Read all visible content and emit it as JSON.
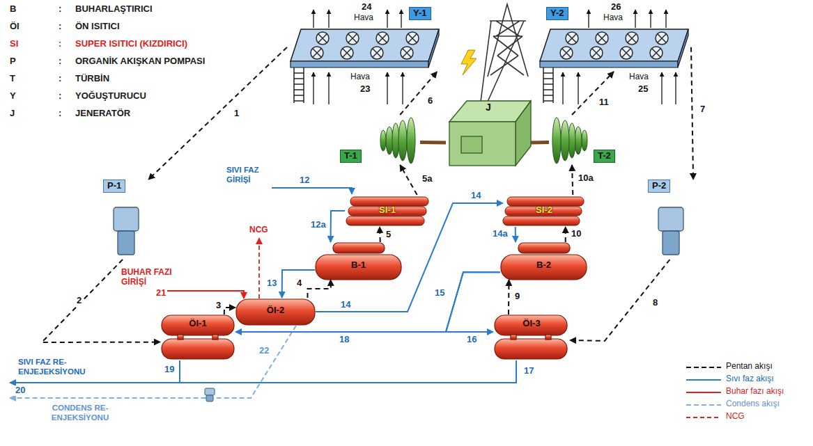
{
  "diagram": {
    "nodes": [
      {
        "text": [
          "Y-1"
        ]
      },
      {
        "text": [
          "Y-2"
        ]
      },
      {
        "text": [
          "T-1"
        ]
      },
      {
        "text": [
          "J"
        ]
      },
      {
        "text": [
          "T-2"
        ]
      },
      {
        "text": [
          "P-1"
        ]
      },
      {
        "text": [
          "SI-1"
        ]
      },
      {
        "text": [
          "SI-2"
        ]
      },
      {
        "text": [
          "P-2"
        ]
      },
      {
        "text": [
          "B-1"
        ]
      },
      {
        "text": [
          "B-2"
        ]
      },
      {
        "text": [
          "ÖI-2"
        ]
      },
      {
        "text": [
          "ÖI-1"
        ]
      },
      {
        "text": [
          "ÖI-3"
        ]
      }
    ],
    "edges": [
      {
        "from": 0,
        "to": 5,
        "label": "1",
        "arrow": "to"
      },
      {
        "from": 5,
        "to": 12,
        "label": "2",
        "arrow": "to"
      },
      {
        "from": 12,
        "to": 11,
        "label": "3",
        "arrow": "to"
      },
      {
        "from": 11,
        "to": 9,
        "label": "4",
        "arrow": "to"
      },
      {
        "from": 9,
        "to": 6,
        "label": "5",
        "arrow": "to"
      },
      {
        "from": 6,
        "to": 2,
        "label": "5a",
        "arrow": "to"
      },
      {
        "from": 2,
        "to": 0,
        "label": "6",
        "arrow": "to"
      },
      {
        "from": 1,
        "to": 8,
        "label": "7",
        "arrow": "to"
      },
      {
        "from": 8,
        "to": 13,
        "label": "8",
        "arrow": "to"
      },
      {
        "from": 13,
        "to": 10,
        "label": "9",
        "arrow": "to"
      },
      {
        "from": 10,
        "to": 7,
        "label": "10",
        "arrow": "to"
      },
      {
        "from": 7,
        "to": 4,
        "label": "10a",
        "arrow": "to"
      },
      {
        "from": 4,
        "to": 1,
        "label": "11",
        "arrow": "to"
      },
      {
        "from": 6,
        "to": 9,
        "label": "12a",
        "arrow": "to"
      },
      {
        "from": 9,
        "to": 11,
        "label": "13",
        "arrow": "to"
      },
      {
        "from": 11,
        "to": 7,
        "label": "14",
        "arrow": "to"
      },
      {
        "from": 7,
        "to": 10,
        "label": "14a",
        "arrow": "to"
      },
      {
        "from": 10,
        "to": 13,
        "label": "16",
        "arrow": "to"
      },
      {
        "from": 10,
        "to": 12,
        "label": "18",
        "arrow": "to"
      },
      {
        "from": 2,
        "to": 3,
        "arrow": "none"
      },
      {
        "from": 3,
        "to": 4,
        "arrow": "none"
      }
    ],
    "labels": [
      "B",
      ":",
      "BUHARLAŞTIRICI",
      "ÖI",
      ":",
      "ÖN ISITICI",
      "SI",
      ":",
      "SUPER ISITICI (KIZDIRICI)",
      "P",
      ":",
      "ORGANİK AKIŞKAN POMPASI",
      "T",
      ":",
      "TÜRBİN",
      "Y",
      ":",
      "YOĞUŞTURUCU",
      "J",
      ":",
      "JENERATÖR",
      "24",
      "Hava",
      "Hava",
      "23",
      "26",
      "Hava",
      "Hava",
      "25",
      "NCG",
      "SIVI FAZ GİRİŞİ",
      "12",
      "BUHAR FAZI GİRİŞİ",
      "21",
      "14",
      "15",
      "17",
      "19",
      "SIVI FAZ RE-ENJEJEKSİYONU",
      "20",
      "22",
      "CONDENS RE-ENJEKSİYONU"
    ],
    "legend": [
      {
        "text": "Pentan akışı"
      },
      {
        "text": "Sıvı faz akışı"
      },
      {
        "text": "Buhar fazı akışı"
      },
      {
        "text": "Condens akışı"
      },
      {
        "text": "NCG"
      }
    ]
  }
}
